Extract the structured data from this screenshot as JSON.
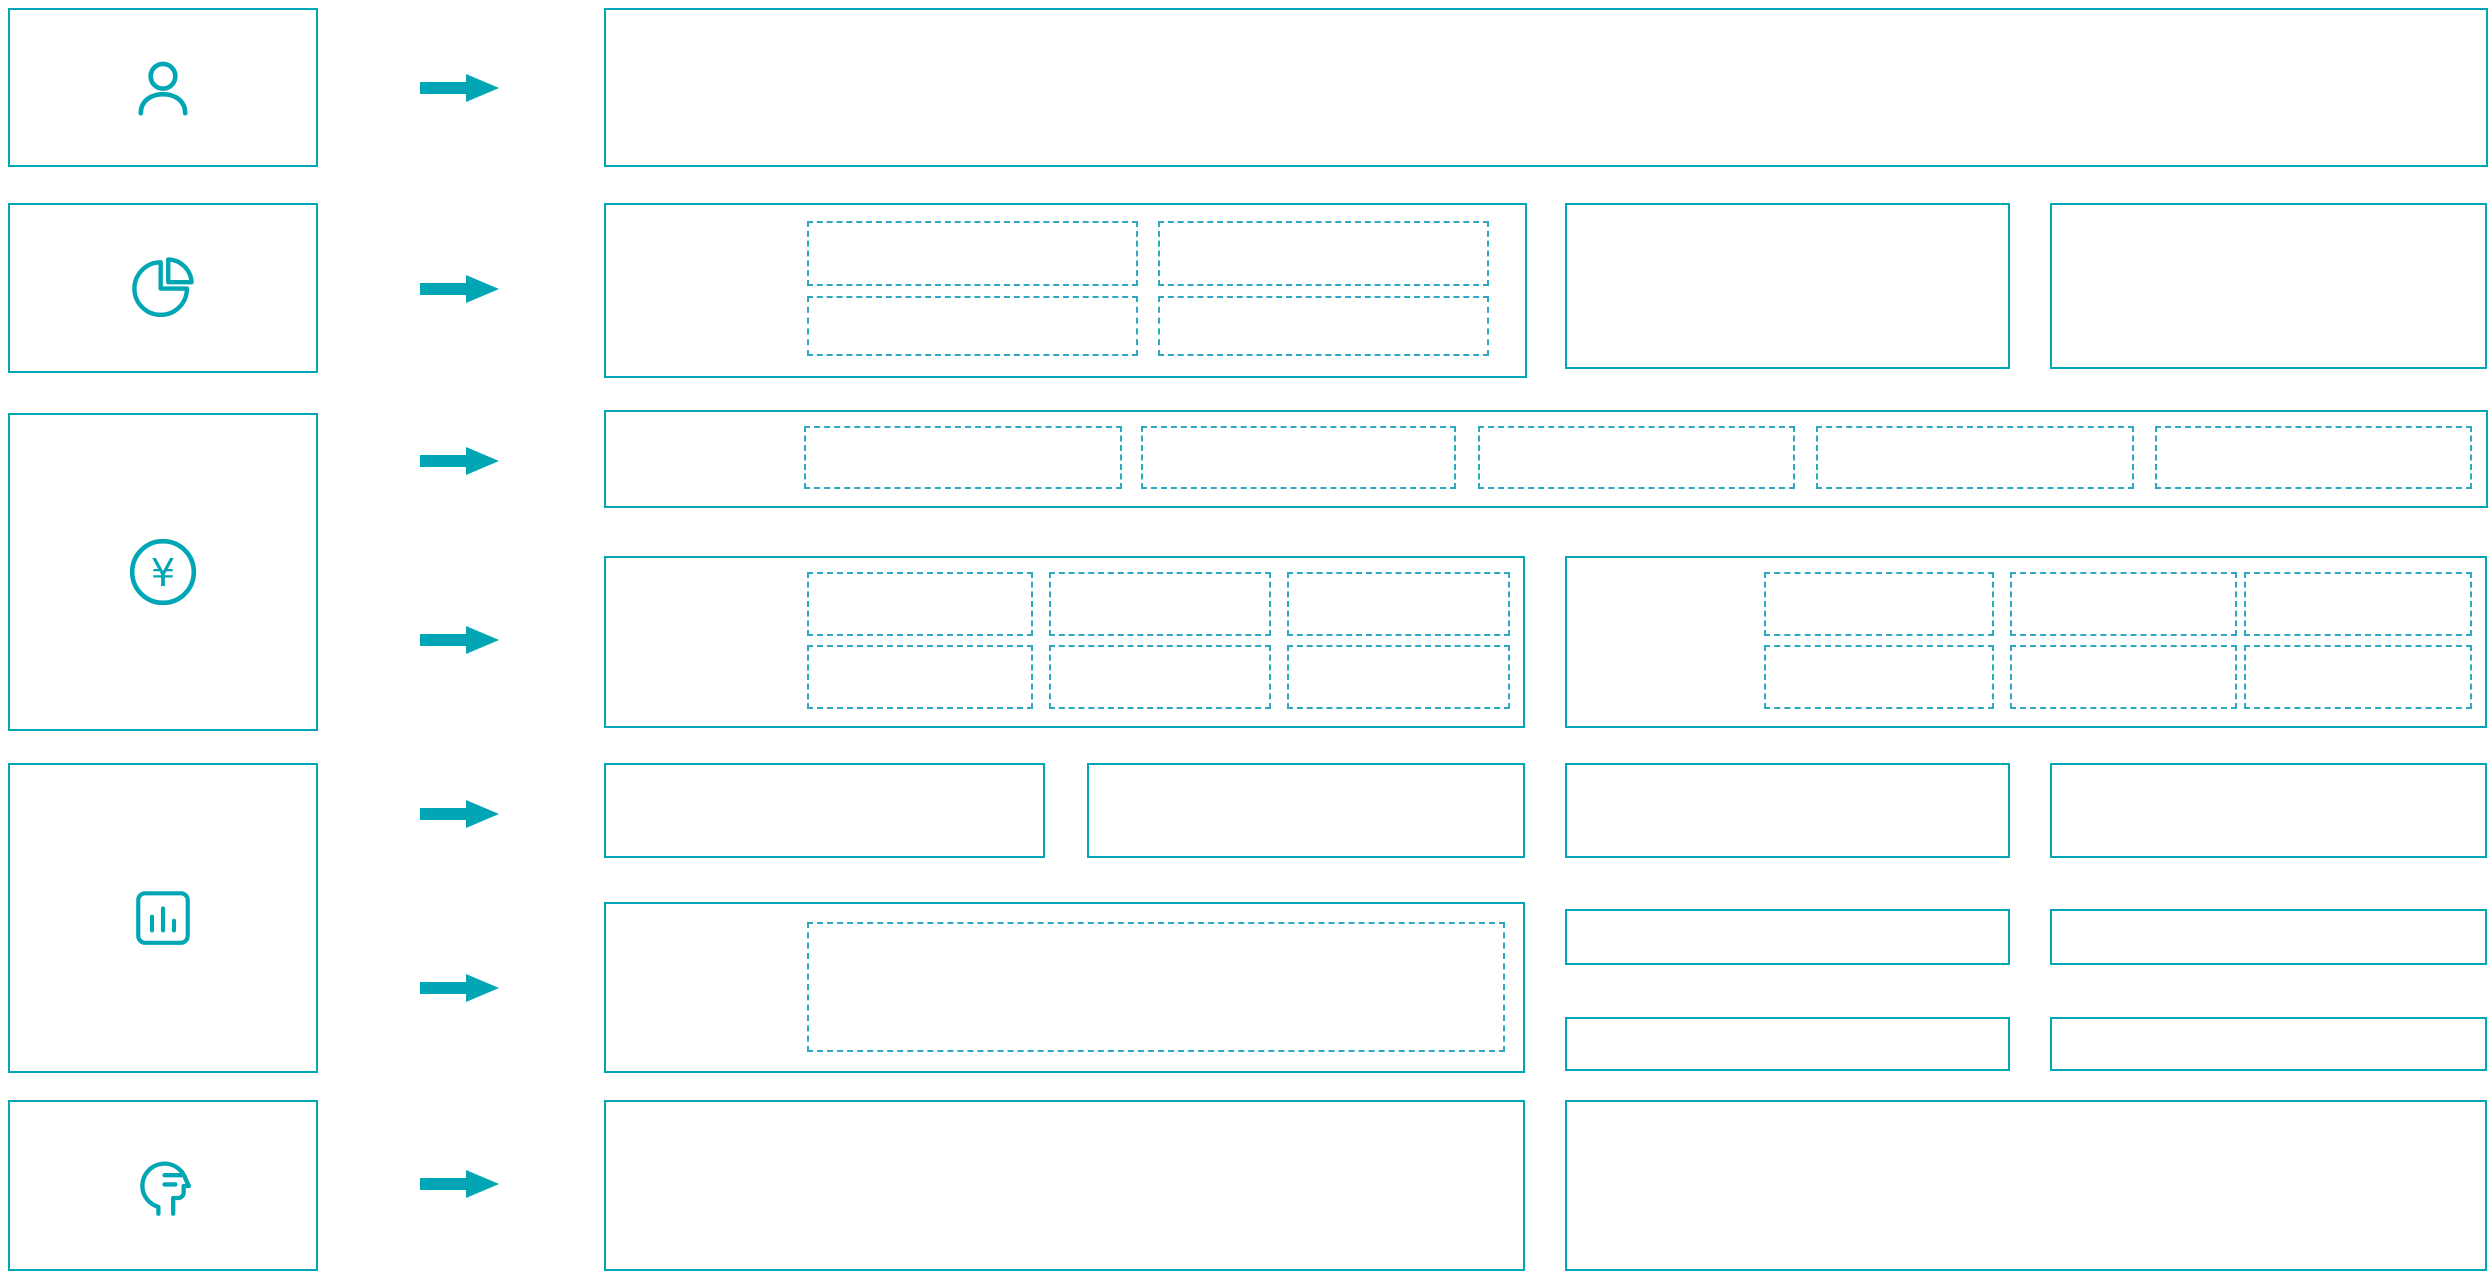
{
  "diagram": {
    "background": "#ffffff",
    "accent_color": "#00a6b4",
    "dashed_color": "#2da9c2",
    "arrow_icon": "arrow-right-icon",
    "rows": [
      {
        "name": "user-stage",
        "icon": "user-icon",
        "label": ""
      },
      {
        "name": "pie-stage",
        "icon": "pie-chart-icon",
        "label": ""
      },
      {
        "name": "yen-stage",
        "icon": "yen-coin-icon",
        "yen_symbol": "¥",
        "label": ""
      },
      {
        "name": "chart-stage",
        "icon": "bar-chart-icon",
        "label": ""
      },
      {
        "name": "head-stage",
        "icon": "head-profile-icon",
        "label": ""
      }
    ]
  }
}
